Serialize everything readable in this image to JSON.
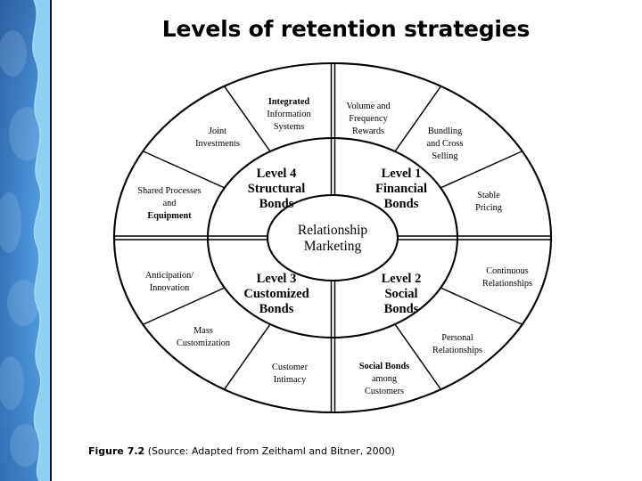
{
  "slide": {
    "title": "Levels of retention strategies",
    "background_color": "#ffffff",
    "sidebar": {
      "gradient_from": "#2f6fb5",
      "gradient_to": "#4d97dd",
      "wave_color": "#8fd0f5"
    }
  },
  "diagram": {
    "type": "concentric-ring",
    "center": {
      "label_line1": "Relationship",
      "label_line2": "Marketing"
    },
    "levels": [
      {
        "id": "level-1",
        "number": "Level 1",
        "name_line1": "Financial",
        "name_line2": "Bonds",
        "quadrant": "top-right"
      },
      {
        "id": "level-2",
        "number": "Level 2",
        "name_line1": "Social",
        "name_line2": "Bonds",
        "quadrant": "bottom-right"
      },
      {
        "id": "level-3",
        "number": "Level 3",
        "name_line1": "Customized",
        "name_line2": "Bonds",
        "quadrant": "bottom-left"
      },
      {
        "id": "level-4",
        "number": "Level 4",
        "name_line1": "Structural",
        "name_line2": "Bonds",
        "quadrant": "top-left"
      }
    ],
    "strategies": [
      {
        "id": "volume-frequency-rewards",
        "lines": [
          "Volume and",
          "Frequency",
          "Rewards"
        ],
        "level": "Level 1"
      },
      {
        "id": "bundling-and-cross-selling",
        "lines": [
          "Bundling",
          "and Cross",
          "Selling"
        ],
        "level": "Level 1"
      },
      {
        "id": "stable-pricing",
        "lines": [
          "Stable",
          "Pricing"
        ],
        "level": "Level 1"
      },
      {
        "id": "continuous-relationships",
        "lines": [
          "Continuous",
          "Relationships"
        ],
        "level": "Level 2"
      },
      {
        "id": "personal-relationships",
        "lines": [
          "Personal",
          "Relationships"
        ],
        "level": "Level 2"
      },
      {
        "id": "social-bonds-among-customers",
        "lines": [
          "Social Bonds",
          "among",
          "Customers"
        ],
        "level": "Level 2"
      },
      {
        "id": "customer-intimacy",
        "lines": [
          "Customer",
          "Intimacy"
        ],
        "level": "Level 3"
      },
      {
        "id": "mass-customization",
        "lines": [
          "Mass",
          "Customization"
        ],
        "level": "Level 3"
      },
      {
        "id": "anticipation-innovation",
        "lines": [
          "Anticipation/",
          "Innovation"
        ],
        "level": "Level 3"
      },
      {
        "id": "shared-processes-and-equipment",
        "lines": [
          "Shared Processes",
          "and",
          "Equipment"
        ],
        "level": "Level 4"
      },
      {
        "id": "joint-investments",
        "lines": [
          "Joint",
          "Investments"
        ],
        "level": "Level 4"
      },
      {
        "id": "integrated-information-systems",
        "lines": [
          "Integrated",
          "Information",
          "Systems"
        ],
        "level": "Level 4"
      }
    ]
  },
  "caption": {
    "figure_label": "Figure 7.2",
    "source_text": " (Source: Adapted from Zeithaml and Bitner, 2000)"
  }
}
